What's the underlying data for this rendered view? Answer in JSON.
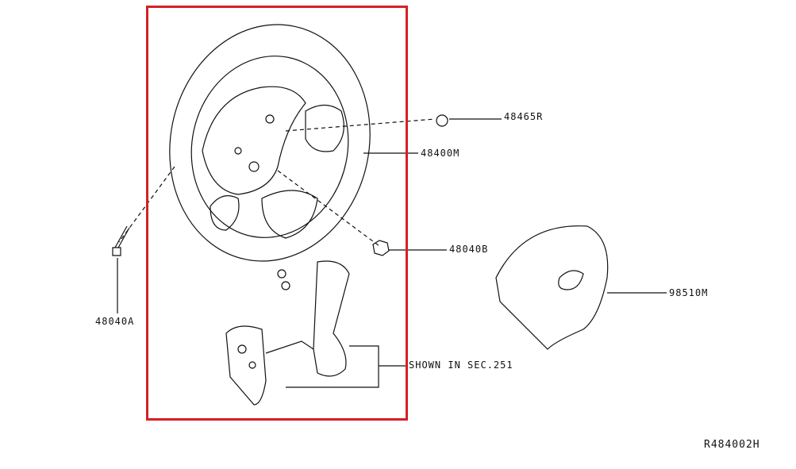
{
  "diagram": {
    "parts": [
      {
        "id": "48465R",
        "label": "48465R"
      },
      {
        "id": "48400M",
        "label": "48400M"
      },
      {
        "id": "48040B",
        "label": "48040B"
      },
      {
        "id": "98510M",
        "label": "98510M"
      },
      {
        "id": "48040A",
        "label": "48040A"
      }
    ],
    "note": "SHOWN IN SEC.251",
    "reference": "R484002H",
    "highlight_color": "#d42027"
  }
}
